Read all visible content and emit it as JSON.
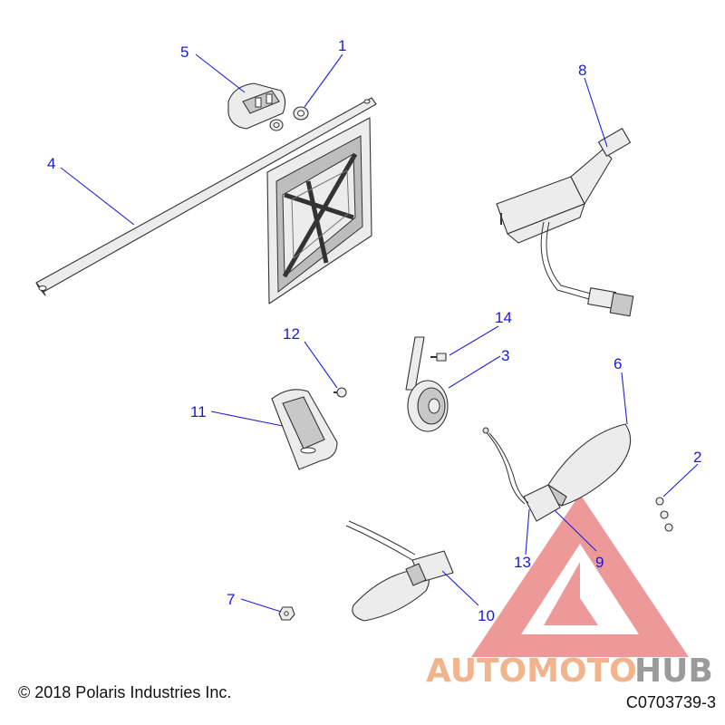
{
  "callouts": {
    "c1": "1",
    "c2": "2",
    "c3": "3",
    "c4": "4",
    "c5": "5",
    "c6": "6",
    "c7": "7",
    "c8": "8",
    "c9": "9",
    "c10": "10",
    "c11": "11",
    "c12": "12",
    "c13": "13",
    "c14": "14"
  },
  "watermark": {
    "text_a": "AUTOMOTO",
    "text_b": "HUB",
    "color_primary": "#f0a878",
    "color_secondary": "#8a8a8a",
    "triangle_color": "#e87878"
  },
  "footer": {
    "copyright": "© 2018 Polaris Industries Inc.",
    "figure_code": "C0703739-3"
  },
  "colors": {
    "callout": "#1a1ad0",
    "line_art": "#333333"
  }
}
